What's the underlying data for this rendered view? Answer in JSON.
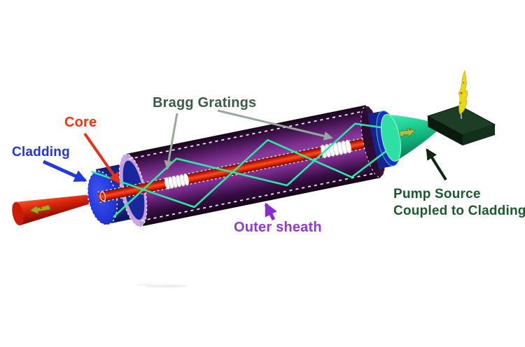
{
  "diagram": {
    "labels": {
      "cladding": "Cladding",
      "core": "Core",
      "bragg_gratings": "Bragg Gratings",
      "outer_sheath": "Outer sheath",
      "pump_source_line1": "Pump Source",
      "pump_source_line2": "Coupled to Cladding"
    },
    "colors": {
      "cladding_label": "#2233dd",
      "core_label": "#f2330f",
      "bragg_label": "#3a5c44",
      "outer_sheath_label": "#9238cf",
      "pump_label": "#1b5a2d",
      "sheath_purple": "#8d3c9c",
      "cladding_blue": "#2438d8",
      "core_red": "#e02c10",
      "ray_green": "#2be8a6",
      "pump_cone_teal": "#14b882",
      "grating_white": "#ffffff",
      "pump_box_green": "#1d3d26",
      "flame_yellow": "#ead818"
    }
  }
}
